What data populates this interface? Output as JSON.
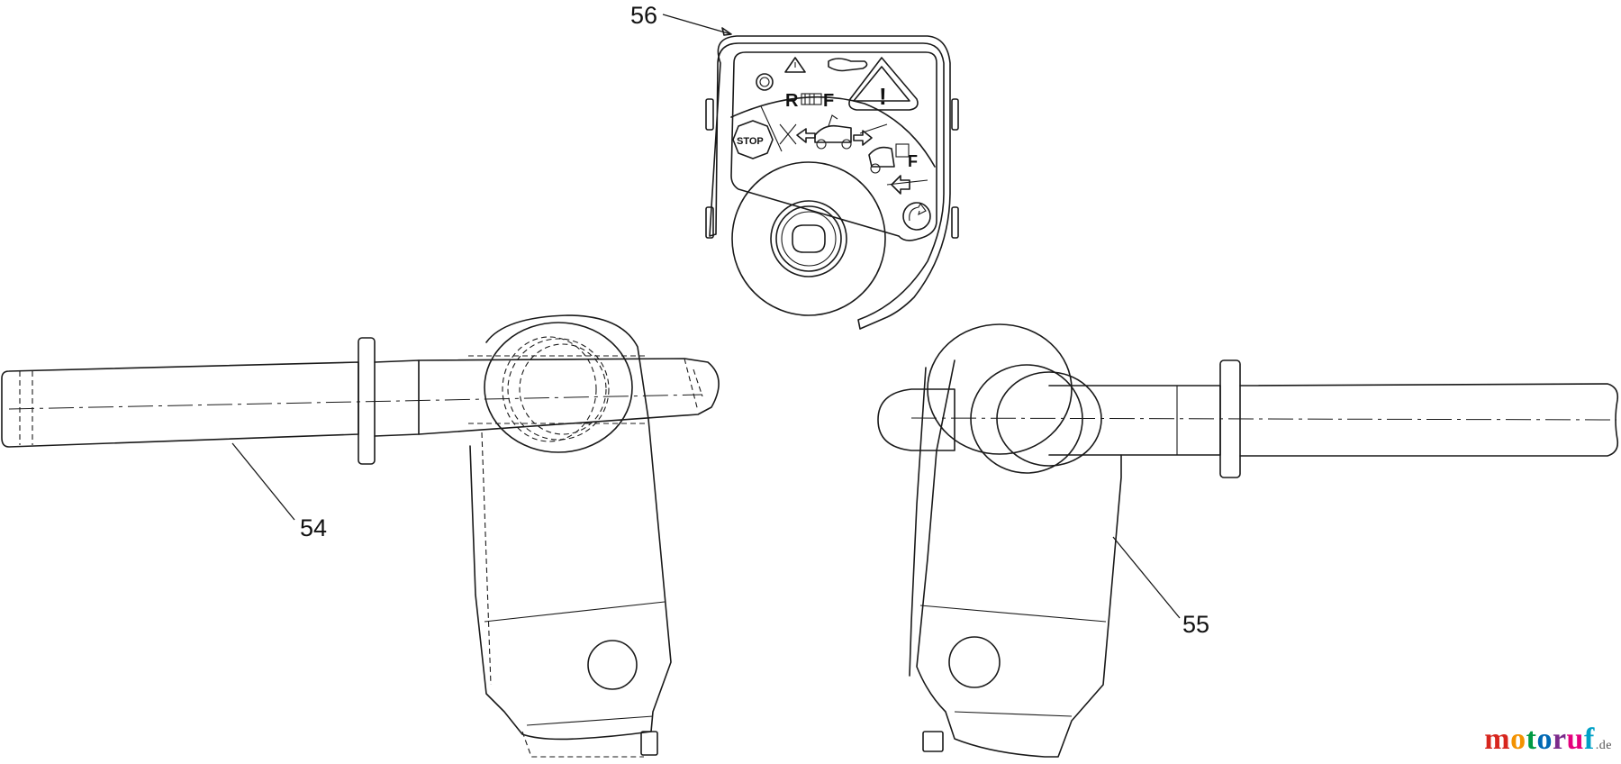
{
  "callouts": {
    "safety_switch": "56",
    "pedal_shaft_left": "54",
    "pedal_shaft_right": "55"
  },
  "decal": {
    "stop_text": "STOP",
    "reverse_letter": "R",
    "forward_letter": "F",
    "forward_letter_2": "F",
    "warning_mark": "!"
  },
  "watermark": {
    "brand": "motoruf",
    "tld": ".de",
    "colors": [
      "#d7261e",
      "#f39200",
      "#009a44",
      "#0068b4",
      "#7b2a8b",
      "#e5007d",
      "#00a0c6"
    ]
  }
}
